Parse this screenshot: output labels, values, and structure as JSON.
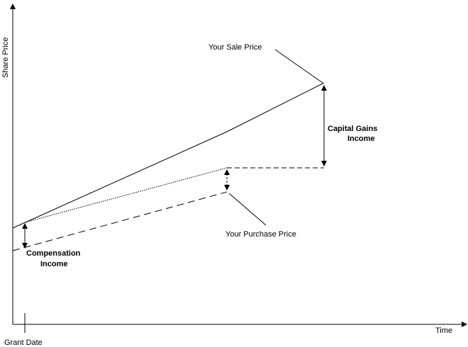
{
  "axes": {
    "y_label": "Share Price",
    "x_label": "Time",
    "grant_label": "Grant Date"
  },
  "annotations": {
    "sale_price": "Your Sale Price",
    "purchase_price": "Your Purchase Price",
    "capital_gains_line1": "Capital Gains",
    "capital_gains_line2": "Income",
    "compensation_line1": "Compensation",
    "compensation_line2": "Income"
  },
  "colors": {
    "line": "#000000",
    "dashed": "#222222"
  }
}
